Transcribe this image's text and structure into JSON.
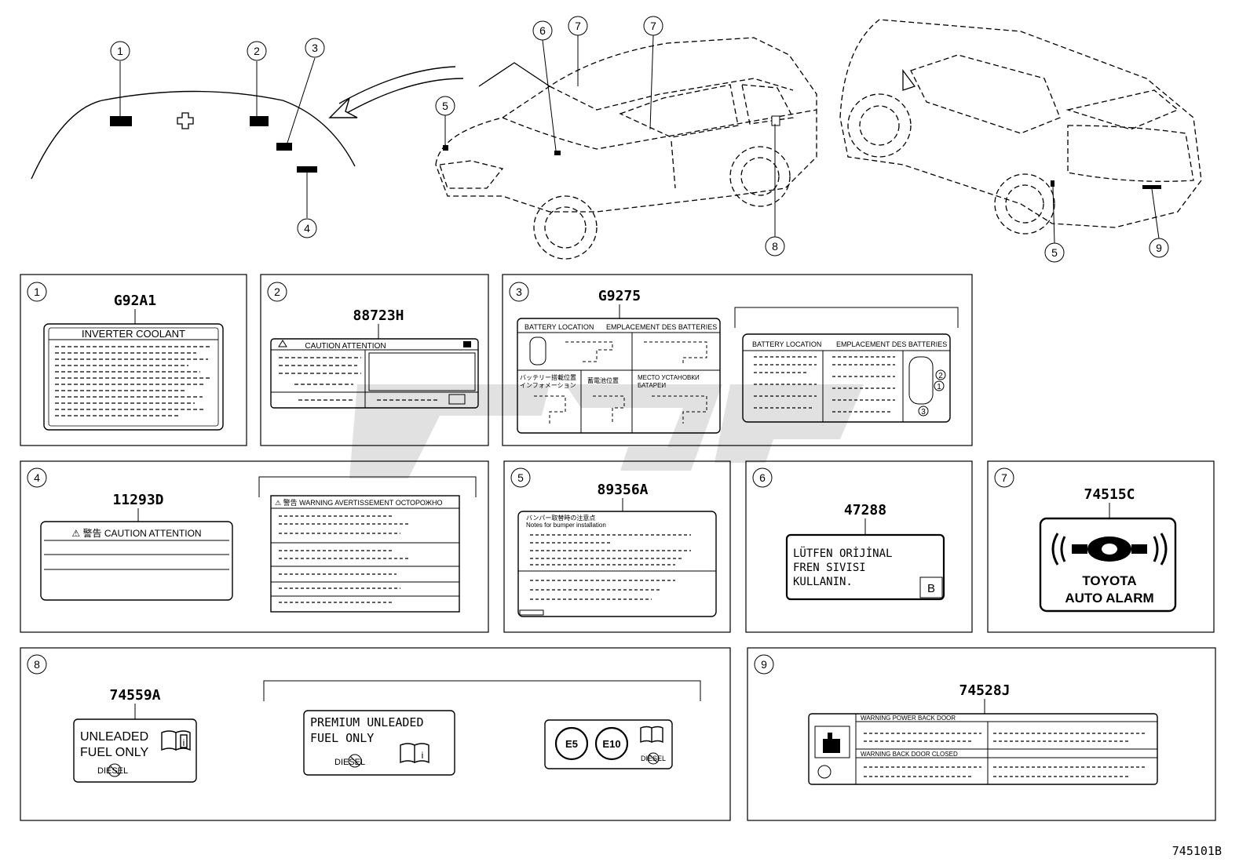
{
  "diagram_code": "745101B",
  "callout_numbers": [
    "1",
    "2",
    "3",
    "4",
    "5",
    "6",
    "7",
    "8",
    "9"
  ],
  "panels": {
    "p1": {
      "num": "1",
      "part": "G92A1",
      "label_title": "INVERTER COOLANT"
    },
    "p2": {
      "num": "2",
      "part": "88723H",
      "label_title": "CAUTION ATTENTION"
    },
    "p3": {
      "num": "3",
      "part": "G9275",
      "a_hdr_left": "BATTERY LOCATION",
      "a_hdr_right": "EMPLACEMENT DES BATTERIES",
      "a_jp1": "バッテリー搭載位置",
      "a_jp1b": "インフォメーション",
      "a_jp2": "蓄電池位置",
      "a_ru1": "МЕСТО УСТАНОВКИ",
      "a_ru2": "БАТАРЕИ",
      "b_hdr_left": "BATTERY LOCATION",
      "b_hdr_right": "EMPLACEMENT DES BATTERIES"
    },
    "p4": {
      "num": "4",
      "part": "11293D",
      "a_hdr": "⚠ 警告  CAUTION  ATTENTION",
      "b_hdr": "⚠ 警告  WARNING  AVERTISSEMENT  ОСТОРОЖНО"
    },
    "p5": {
      "num": "5",
      "part": "89356A",
      "line1": "バンパー取替時の注意点",
      "line2": "Notes for bumper installation"
    },
    "p6": {
      "num": "6",
      "part": "47288",
      "line1": "LÜTFEN  ORİJİNAL",
      "line2": "FREN  SIVISI",
      "line3": "KULLANIN.",
      "badge": "B"
    },
    "p7": {
      "num": "7",
      "part": "74515C",
      "line1": "TOYOTA",
      "line2": "AUTO ALARM"
    },
    "p8": {
      "num": "8",
      "part": "74559A",
      "a_line1": "UNLEADED",
      "a_line2": "FUEL ONLY",
      "diesel": "DIESEL",
      "b_line1": "PREMIUM UNLEADED",
      "b_line2": "FUEL ONLY",
      "c_e5": "E5",
      "c_e10": "E10"
    },
    "p9": {
      "num": "9",
      "part": "74528J",
      "hdr_a": "WARNING  POWER BACK DOOR",
      "hdr_b": "WARNING  BACK DOOR CLOSED"
    }
  },
  "icons": [
    "warning-triangle-icon",
    "manual-book-icon",
    "car-outline-icon",
    "alarm-car-icon",
    "hand-press-icon",
    "crossed-nozzle-icon",
    "arrow-icon"
  ]
}
